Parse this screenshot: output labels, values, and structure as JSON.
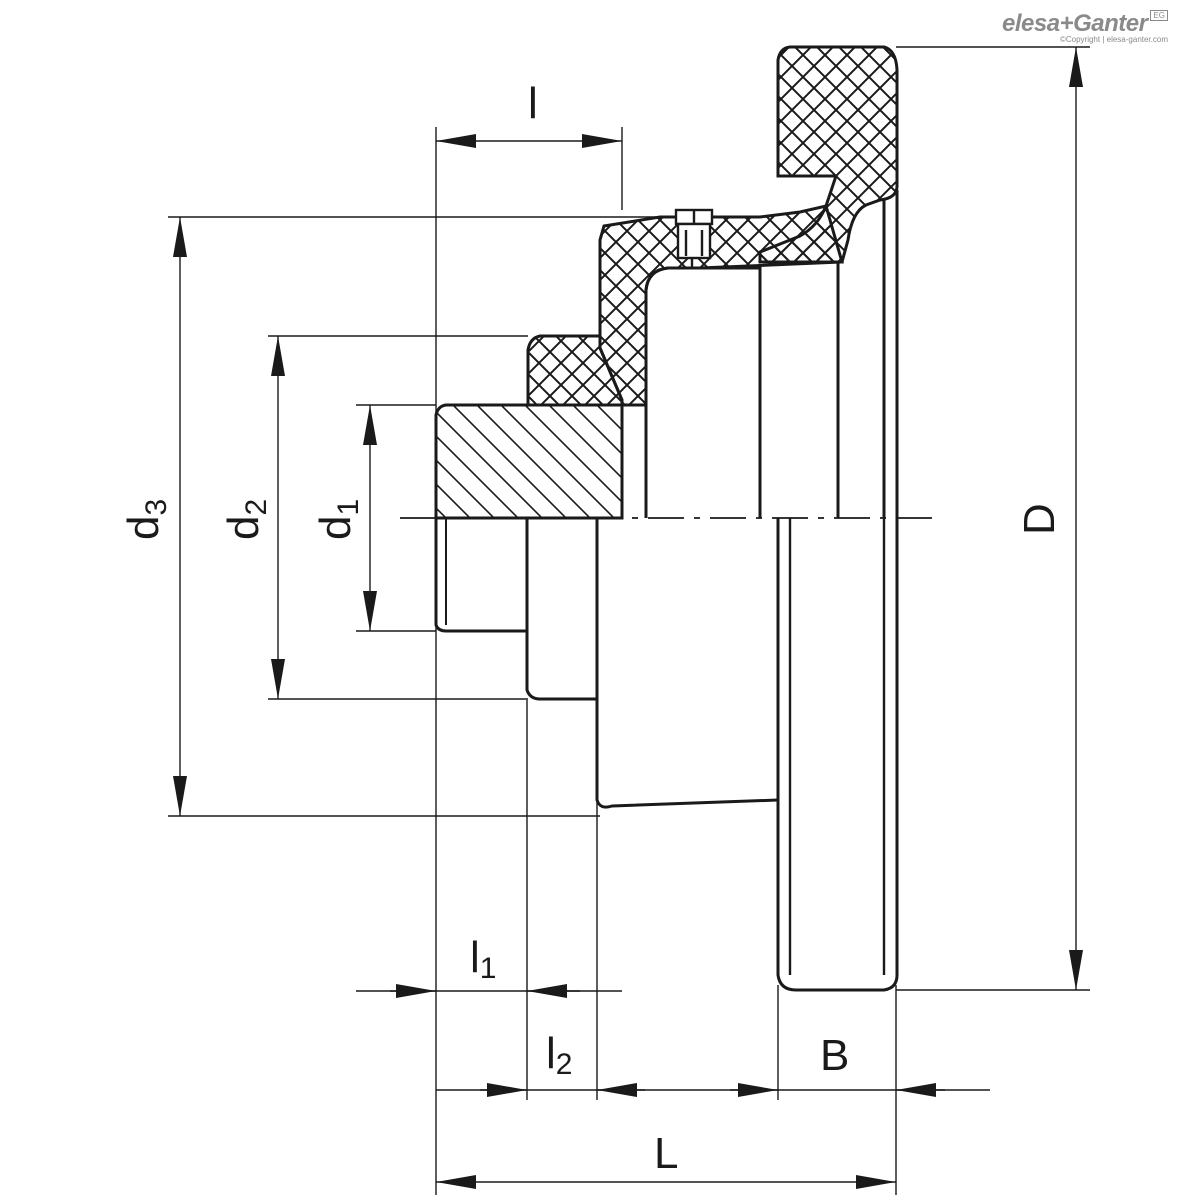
{
  "brand": {
    "name": "elesa+Ganter",
    "mark": "EG",
    "copyright": "©Copyright | elesa-ganter.com"
  },
  "dimensions": {
    "l": "l",
    "d3_base": "d",
    "d3_sub": "3",
    "d2_base": "d",
    "d2_sub": "2",
    "d1_base": "d",
    "d1_sub": "1",
    "D": "D",
    "l1_base": "l",
    "l1_sub": "1",
    "l2_base": "l",
    "l2_sub": "2",
    "B": "B",
    "L": "L"
  },
  "colors": {
    "line": "#1a1a1a",
    "brand": "#8a8a8a"
  }
}
